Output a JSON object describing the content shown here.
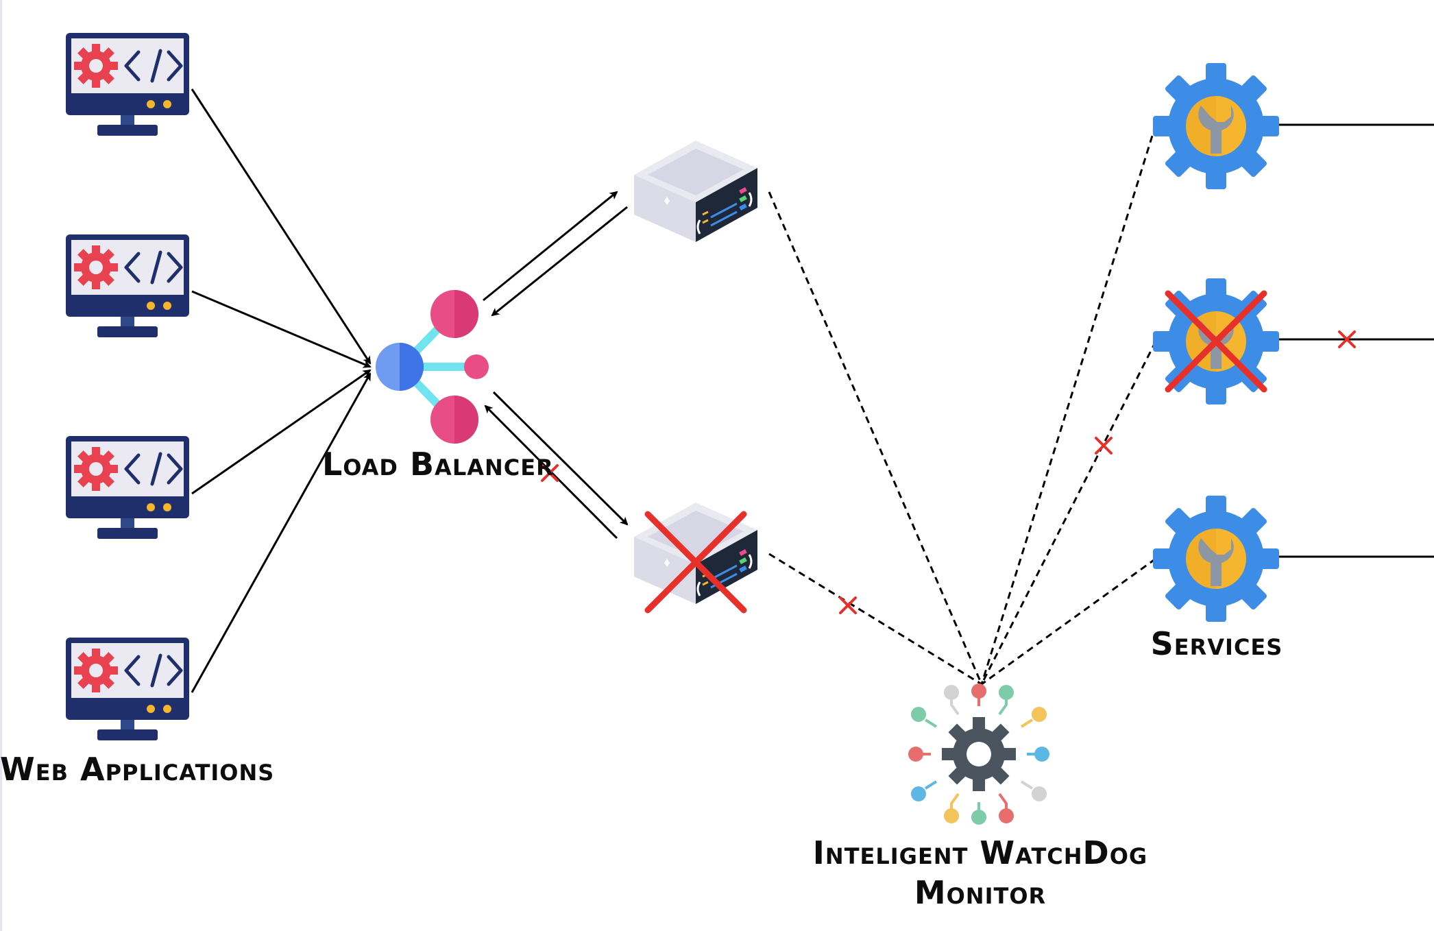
{
  "labels": {
    "web_applications": "Web Applications",
    "load_balancer": "Load Balancer",
    "services": "Services",
    "watchdog_line1": "Inteligent WatchDog",
    "watchdog_line2": "Monitor"
  },
  "nodes": {
    "web_apps": [
      {
        "id": "web-app-1",
        "icon": "code-monitor-icon"
      },
      {
        "id": "web-app-2",
        "icon": "code-monitor-icon"
      },
      {
        "id": "web-app-3",
        "icon": "code-monitor-icon"
      },
      {
        "id": "web-app-4",
        "icon": "code-monitor-icon"
      }
    ],
    "load_balancer": {
      "icon": "load-balancer-icon"
    },
    "servers": [
      {
        "id": "server-1",
        "icon": "server-icon",
        "failed": false
      },
      {
        "id": "server-2",
        "icon": "server-icon",
        "failed": true
      }
    ],
    "watchdog": {
      "icon": "watchdog-gear-circuit-icon"
    },
    "services": [
      {
        "id": "service-1",
        "icon": "service-gear-wrench-icon",
        "failed": false
      },
      {
        "id": "service-2",
        "icon": "service-gear-wrench-icon",
        "failed": true
      },
      {
        "id": "service-3",
        "icon": "service-gear-wrench-icon",
        "failed": false
      }
    ]
  },
  "colors": {
    "monitor_frame": "#1f2f6b",
    "monitor_screen": "#ebeaf2",
    "gear_red": "#e8414f",
    "lb_pink": "#e84d86",
    "lb_blue": "#3f74e6",
    "lb_cyan": "#6fe3ee",
    "service_blue": "#3d8de6",
    "service_yellow": "#f5b52e",
    "wrench_gray": "#8d97a3",
    "failure_red": "#e8302b",
    "watchdog_gear": "#4a5560"
  }
}
